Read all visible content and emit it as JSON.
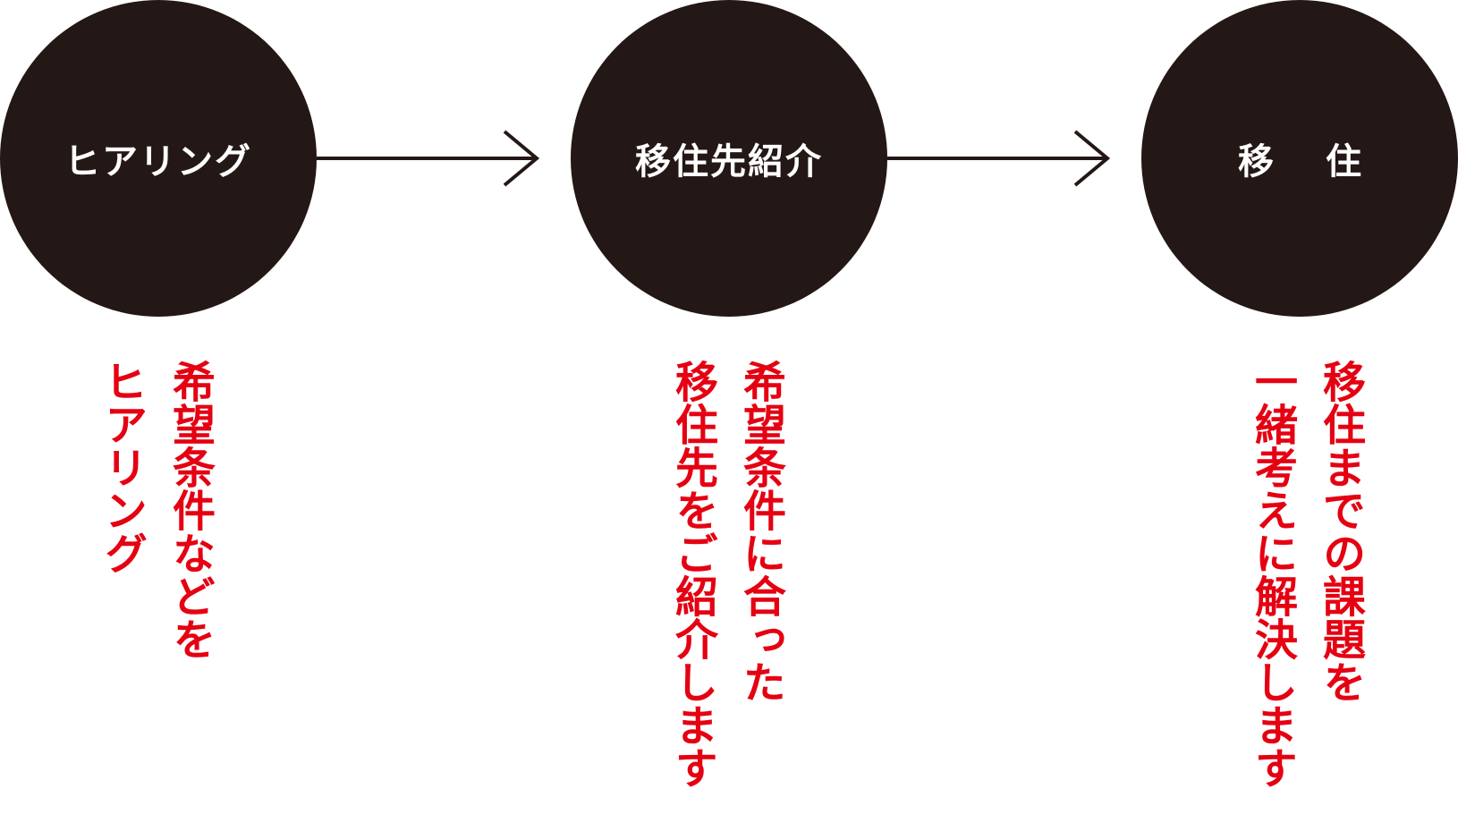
{
  "steps": [
    {
      "label": "ヒアリング",
      "description_lines": [
        "希望条件などを",
        "ヒアリング"
      ]
    },
    {
      "label": "移住先紹介",
      "description_lines": [
        "希望条件に合った",
        "移住先をご紹介します"
      ]
    },
    {
      "label": "移住",
      "description_lines": [
        "移住までの課題を",
        "一緒考えに解決します"
      ]
    }
  ],
  "colors": {
    "circle": "#231815",
    "label_text": "#ffffff",
    "description_text": "#e50012",
    "arrow": "#231815"
  }
}
